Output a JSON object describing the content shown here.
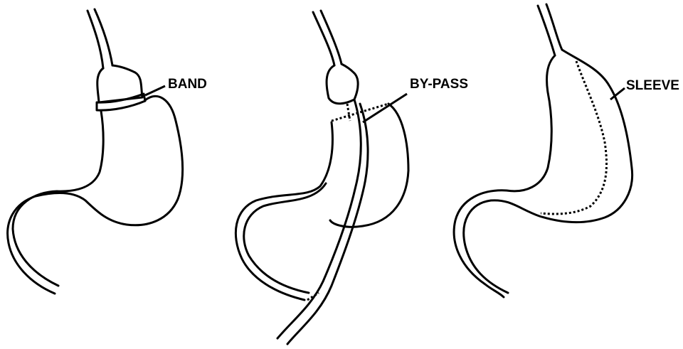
{
  "diagram": {
    "labels": {
      "band": "BAND",
      "bypass": "BY-PASS",
      "sleeve": "SLEEVE"
    },
    "colors": {
      "line": "#000000",
      "background": "#ffffff"
    }
  }
}
